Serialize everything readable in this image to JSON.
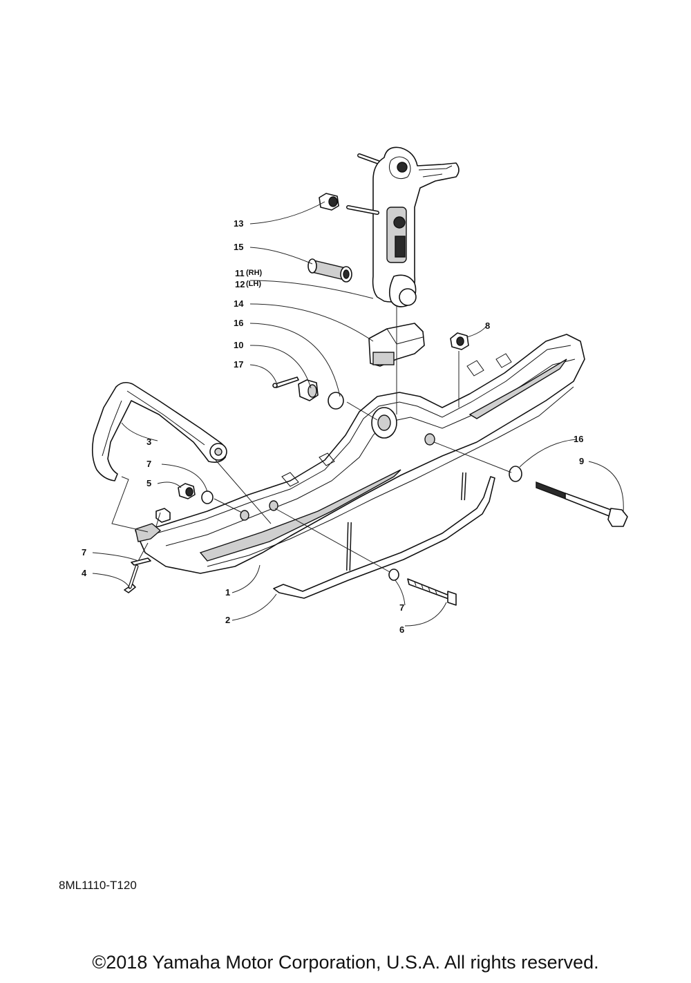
{
  "diagram": {
    "reference_code": "8ML1110-T120",
    "copyright": "©2018 Yamaha Motor Corporation, U.S.A. All rights reserved.",
    "callouts": {
      "c13": "13",
      "c15": "15",
      "c11": "11",
      "c11_side": "(RH)",
      "c12": "12",
      "c12_side": "(LH)",
      "c14": "14",
      "c16_top": "16",
      "c10": "10",
      "c17": "17",
      "c8": "8",
      "c3": "3",
      "c7_top": "7",
      "c5": "5",
      "c16_right": "16",
      "c9": "9",
      "c7_left": "7",
      "c4": "4",
      "c1": "1",
      "c2": "2",
      "c7_bottom": "7",
      "c6": "6"
    }
  }
}
